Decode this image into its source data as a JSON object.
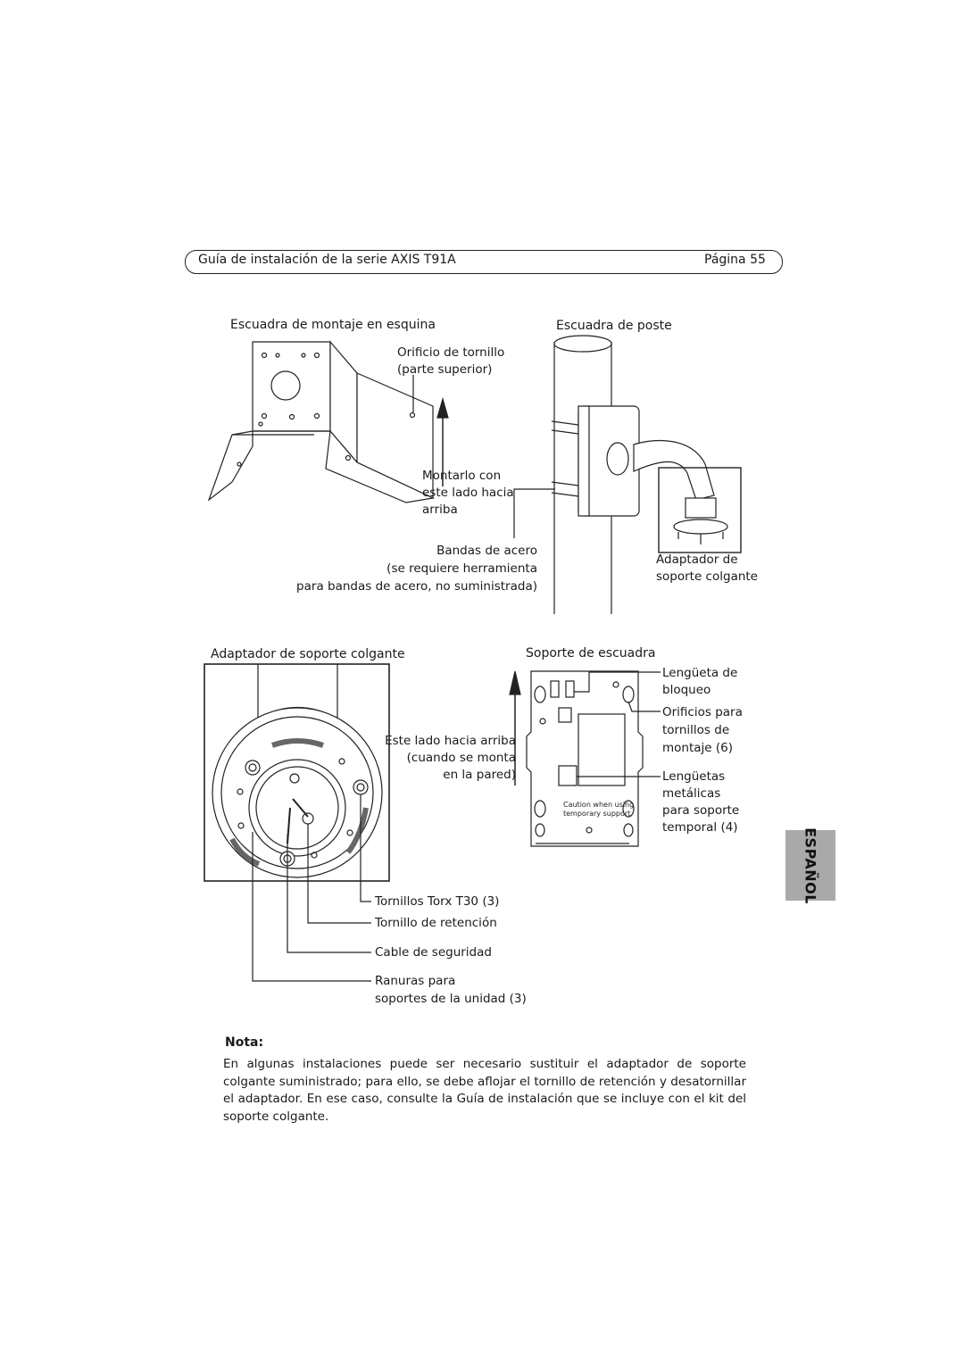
{
  "header": {
    "title": "Guía de instalación de la serie AXIS T91A",
    "page": "Página 55"
  },
  "language_tab": "ESPAÑOL",
  "corner_bracket": {
    "heading": "Escuadra de montaje en esquina",
    "callout_screw_hole_1": "Orificio de tornillo",
    "callout_screw_hole_2": "(parte superior)",
    "callout_mount_1": "Montarlo con",
    "callout_mount_2": "este lado hacia",
    "callout_mount_3": "arriba"
  },
  "pole_bracket": {
    "heading": "Escuadra de poste",
    "steel_bands_1": "Bandas de acero",
    "steel_bands_2": "(se requiere herramienta",
    "steel_bands_3": "para bandas de acero, no suministrada)",
    "pendant_adapter_1": "Adaptador de",
    "pendant_adapter_2": "soporte colgante"
  },
  "pendant_adapter": {
    "heading": "Adaptador de soporte colgante",
    "torx_screws": "Tornillos Torx T30 (3)",
    "retention_screw": "Tornillo de retención",
    "safety_cable": "Cable de seguridad",
    "slots_1": "Ranuras para",
    "slots_2": "soportes de la unidad (3)"
  },
  "bracket_support": {
    "heading": "Soporte de escuadra",
    "up_1": "Este lado hacia arriba",
    "up_2": "(cuando se monta",
    "up_3": "en la pared)",
    "lock_tab_1": "Lengüeta de",
    "lock_tab_2": "bloqueo",
    "holes_1": "Orificios para",
    "holes_2": "tornillos de",
    "holes_3": "montaje (6)",
    "metal_tabs_1": "Lengüetas",
    "metal_tabs_2": "metálicas",
    "metal_tabs_3": "para soporte",
    "metal_tabs_4": "temporal (4)",
    "plate_print_1": "Caution when using",
    "plate_print_2": "temporary support"
  },
  "note": {
    "title": "Nota:",
    "body": "En algunas instalaciones puede ser necesario sustituir el adaptador de soporte colgante suministrado; para ello, se debe aflojar el tornillo de retención y desatornillar el adaptador. En ese caso, consulte la Guía de instalación que se incluye con el kit del soporte colgante."
  }
}
